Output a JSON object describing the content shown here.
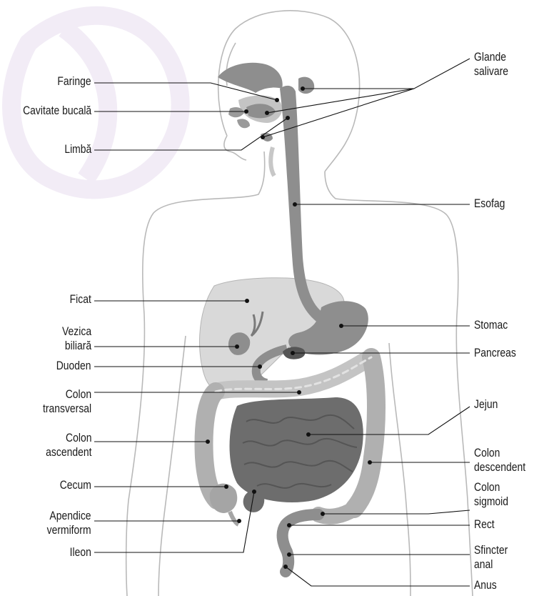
{
  "colors": {
    "outline": "#b9b9b9",
    "watermark": "#f2ecf6",
    "organ_dark": "#6d6d6d",
    "organ_mid": "#8e8e8e",
    "organ_light": "#c4c4c4",
    "organ_pale": "#d9d9d9",
    "pancreas": "#555555",
    "leader": "#111111"
  },
  "labels": {
    "faringe": "Faringe",
    "cavitate_bucala": "Cavitate bucală",
    "limba": "Limbă",
    "glande_salivare": [
      "Glande",
      "salivare"
    ],
    "esofag": "Esofag",
    "ficat": "Ficat",
    "vezica_biliara": [
      "Vezica",
      "biliară"
    ],
    "duoden": "Duoden",
    "colon_transversal": [
      "Colon",
      "transversal"
    ],
    "colon_ascendent": [
      "Colon",
      "ascendent"
    ],
    "cecum": "Cecum",
    "apendice_vermiform": [
      "Apendice",
      "vermiform"
    ],
    "ileon": "Ileon",
    "stomac": "Stomac",
    "pancreas": "Pancreas",
    "jejun": "Jejun",
    "colon_descendent": [
      "Colon",
      "descendent"
    ],
    "colon_sigmoid": [
      "Colon",
      "sigmoid"
    ],
    "rect": "Rect",
    "sfincter_anal": [
      "Sfincter",
      "anal"
    ],
    "anus": "Anus"
  }
}
